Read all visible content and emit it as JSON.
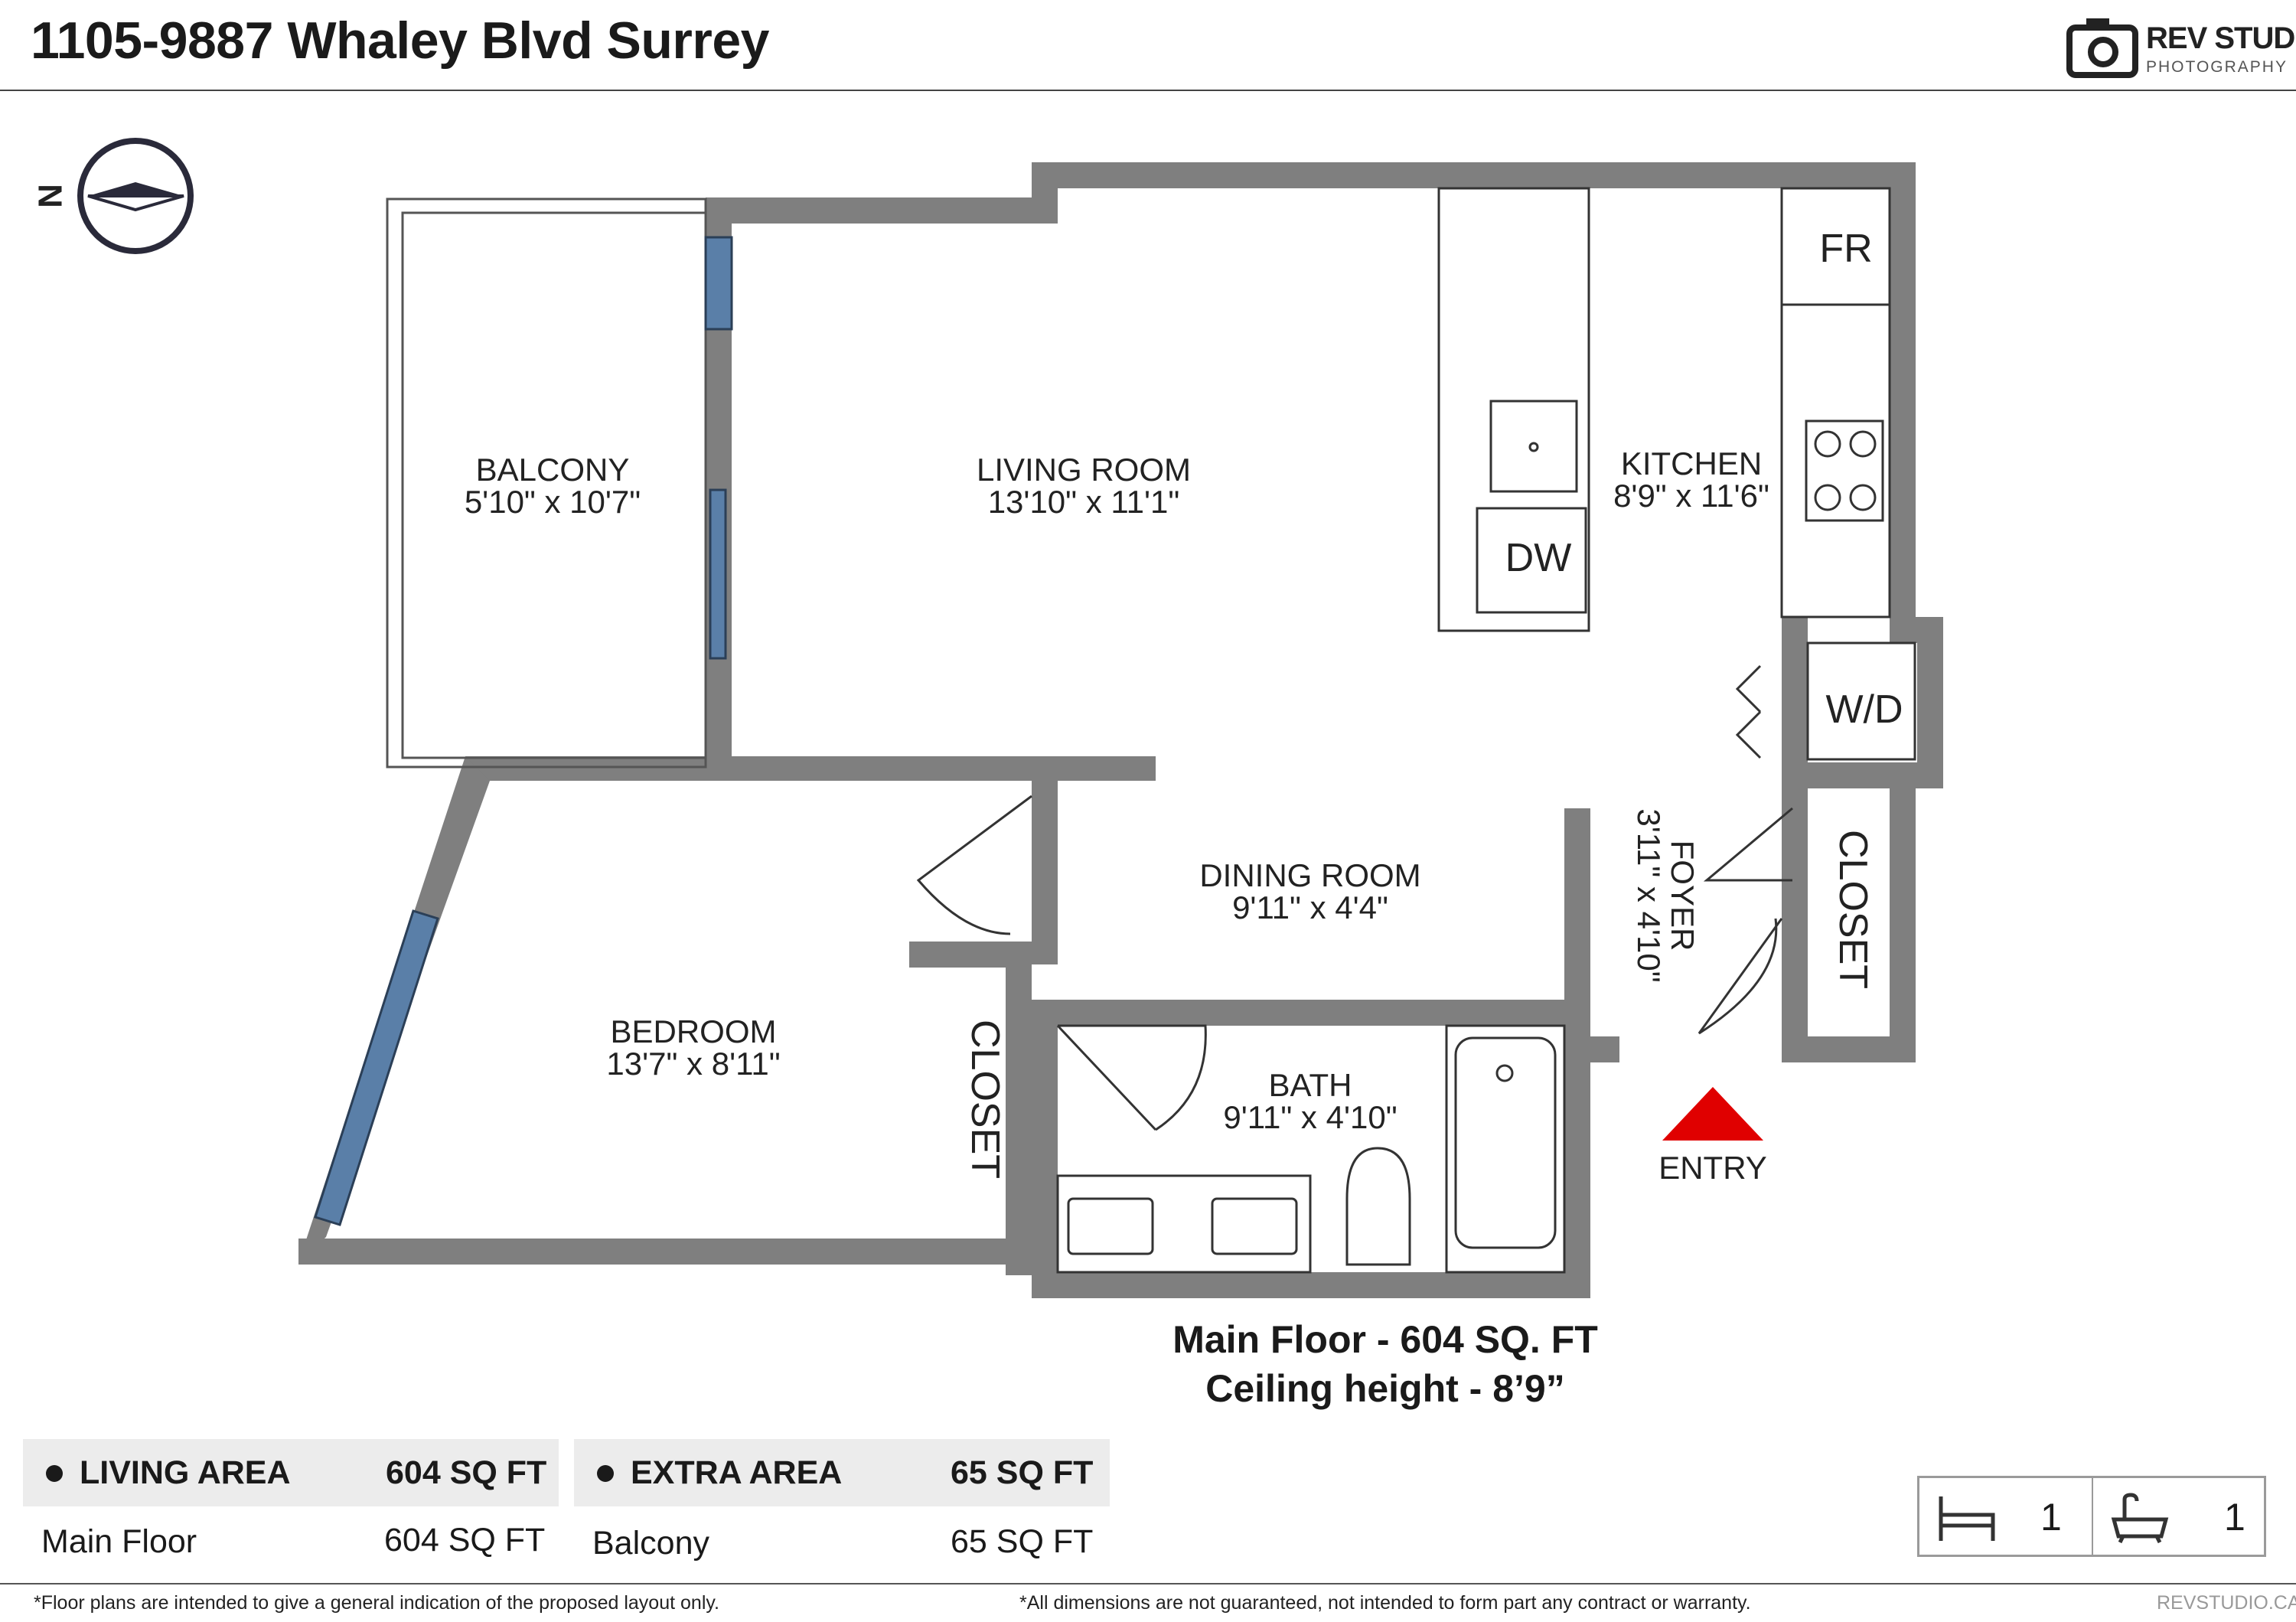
{
  "header": {
    "title": "1105-9887 Whaley Blvd Surrey",
    "logo_text": "REV STUDIO",
    "logo_subtext": "PHOTOGRAPHY"
  },
  "compass": {
    "letter": "N"
  },
  "rooms": [
    {
      "name": "BALCONY",
      "dims": "5'10\" x 10'7\""
    },
    {
      "name": "LIVING ROOM",
      "dims": "13'10\" x 11'1\""
    },
    {
      "name": "KITCHEN",
      "dims": "8'9\" x 11'6\""
    },
    {
      "name": "DINING ROOM",
      "dims": "9'11\" x 4'4\""
    },
    {
      "name": "BEDROOM",
      "dims": "13'7\" x 8'11\""
    },
    {
      "name": "BATH",
      "dims": "9'11\" x 4'10\""
    },
    {
      "name": "FOYER",
      "dims": "3'11\" x 4'10\""
    }
  ],
  "fixtures": {
    "fridge": "FR",
    "dishwasher": "DW",
    "washer_dryer": "W/D",
    "closet_bedroom": "CLOSET",
    "closet_foyer": "CLOSET"
  },
  "entry_label": "ENTRY",
  "floor_summary": {
    "line1": "Main Floor - 604 SQ. FT",
    "line2": "Ceiling height - 8’9”"
  },
  "areas": {
    "living": {
      "label": "LIVING AREA",
      "total": "604 SQ FT",
      "row_name": "Main Floor",
      "row_value": "604 SQ FT"
    },
    "extra": {
      "label": "EXTRA AREA",
      "total": "65 SQ FT",
      "row_name": "Balcony",
      "row_value": "65 SQ FT"
    }
  },
  "counts": {
    "bedrooms": "1",
    "bathrooms": "1"
  },
  "footer": {
    "left": "*Floor plans are intended to give a general indication of the proposed layout only.",
    "middle": "*All dimensions are not guaranteed, not intended to form part any contract or warranty.",
    "right": "REVSTUDIO.CA"
  },
  "colors": {
    "wall": "#7f7f7f",
    "window": "#5a7fa8",
    "entry_arrow": "#e00000",
    "panel": "#ececec"
  }
}
